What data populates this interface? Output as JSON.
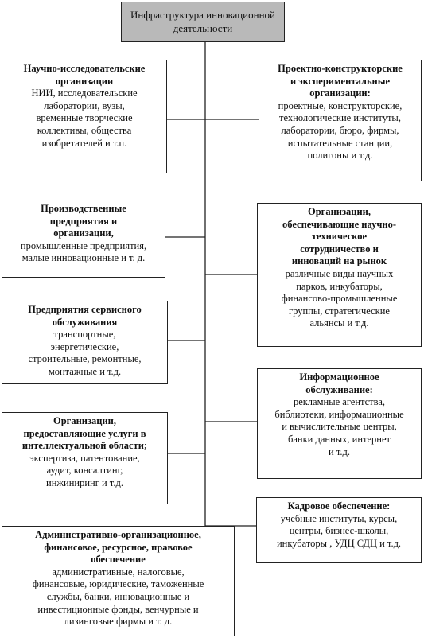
{
  "root": "Инфраструктура  инновационной\nдеятельности",
  "left": [
    {
      "h": "Научно-исследовательские\nорганизации",
      "b": "НИИ, исследовательские\nлаборатории, вузы,\nвременные творческие\nколлективы, общества\nизобретателей  и т.п."
    },
    {
      "h": "Производственные\nпредприятия и\nорганизации,",
      "b": "промышленные предприятия,\nмалые инновационные  и т. д."
    },
    {
      "h": "Предприятия сервисного\nобслуживания",
      "b": "транспортные,\nэнергетические,\nстроительные, ремонтные,\nмонтажные  и т.д."
    },
    {
      "h": "Организации,\nпредоставляющие услуги в\nинтеллектуальной области;",
      "b": "экспертиза, патентование,\nаудит, консалтинг,\nинжиниринг  и т.д."
    },
    {
      "h": "Административно-организационное,\nфинансовое, ресурсное, правовое\nобеспечение",
      "b": "административные, налоговые,\nфинансовые, юридические, таможенные\nслужбы, банки, инновационные  и\nинвестиционные  фонды, венчурные  и\nлизинговые  фирмы  и т. д."
    }
  ],
  "right": [
    {
      "h": "Проектно-конструкторские\nи экспериментальные\nорганизации:",
      "b": "проектные, конструкторские,\nтехнологические  институты,\nлаборатории,  бюро, фирмы,\nиспытательные  станции,\nполигоны  и т.д."
    },
    {
      "h": "Организации,\nобеспечивающие научно-\nтехническое\nсотрудничество и\nинноваций на рынок",
      "b": "различные  виды научных\nпарков, инкубаторы,\nфинансово-промышленные\nгруппы, стратегические\nальянсы  и т.д."
    },
    {
      "h": "Информационное\nобслуживание:",
      "b": "рекламные  агентства,\nбиблиотеки, информационные\nи вычислительные  центры,\nбанки данных,  интернет\nи т.д."
    },
    {
      "h": "Кадровое обеспечение:",
      "b": "учебные  институты, курсы,\nцентры, бизнес-школы,\nинкубаторы , УДЦ  СДЦ и т.д."
    }
  ]
}
